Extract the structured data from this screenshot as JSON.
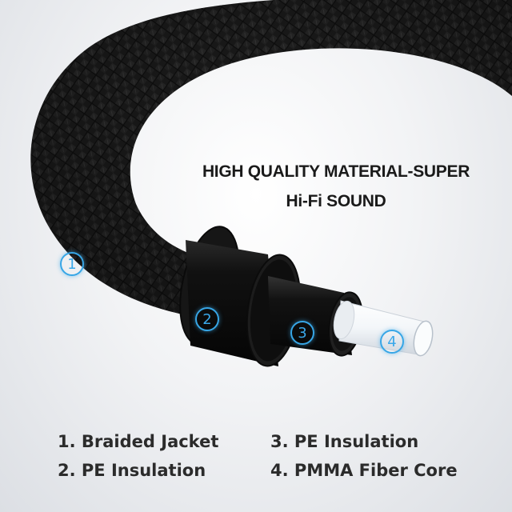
{
  "headline": {
    "line1": "HIGH QUALITY MATERIAL-SUPER",
    "line2": "Hi-Fi SOUND"
  },
  "callouts": [
    "1",
    "2",
    "3",
    "4"
  ],
  "legend": [
    "1. Braided Jacket",
    "2. PE Insulation",
    "3. PE Insulation",
    "4. PMMA Fiber Core"
  ],
  "colors": {
    "jacket": "#1b1b1b",
    "pe_insulation": "#0c0c0c",
    "fiber_core": "#f4f6f8",
    "badge": "#37a6e6",
    "background": "#eef0f3"
  }
}
